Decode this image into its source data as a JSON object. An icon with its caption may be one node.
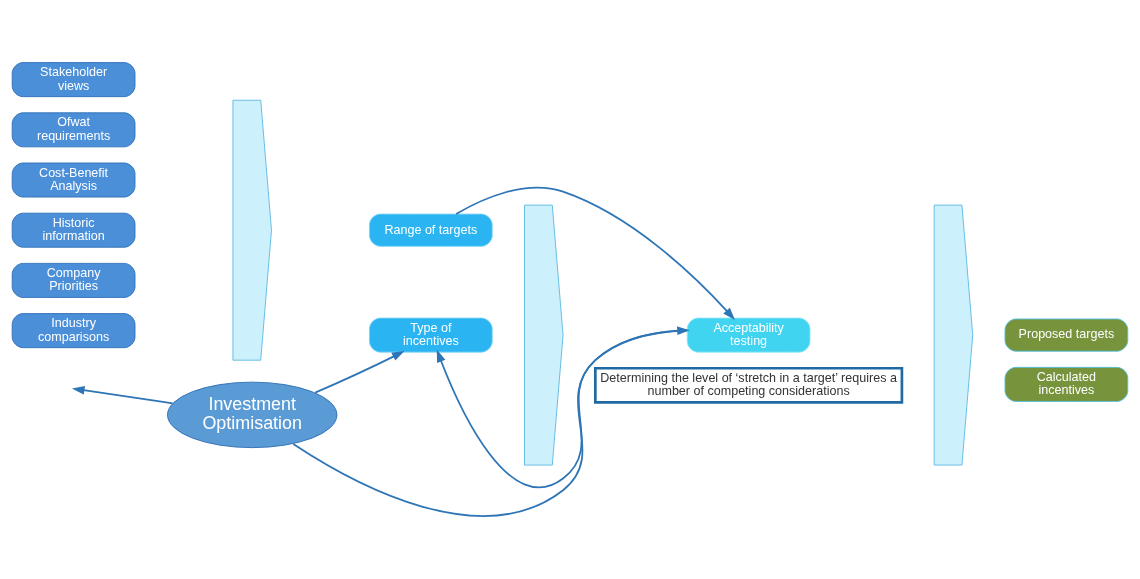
{
  "diagram": {
    "nodes": [
      {
        "text": [
          "Stakeholder views"
        ]
      },
      {
        "text": [
          "Ofwat requirements"
        ]
      },
      {
        "text": [
          "Cost-Benefit Analysis"
        ]
      },
      {
        "text": [
          "Historic information"
        ]
      },
      {
        "text": [
          "Company Priorities"
        ]
      },
      {
        "text": [
          "Industry comparisons"
        ]
      },
      {
        "text": [],
        "shape": "chevron"
      },
      {
        "text": [
          "Range of targets"
        ]
      },
      {
        "text": [
          "Type of incentives"
        ]
      },
      {
        "text": [],
        "shape": "chevron"
      },
      {
        "text": [
          "Acceptability testing"
        ]
      },
      {
        "text": [],
        "shape": "chevron"
      },
      {
        "text": [
          "Proposed targets"
        ]
      },
      {
        "text": [
          "Calculated incentives"
        ]
      },
      {
        "text": [
          "Investment Optimisation"
        ]
      },
      {
        "text": [
          "Determining the level of ‘stretch in a target’ requires a number of competing considerations"
        ]
      }
    ],
    "edges": [
      {
        "from": 7,
        "to": 10,
        "arrow": "to"
      },
      {
        "from": 10,
        "to": 8,
        "arrow": "to"
      },
      {
        "from": 14,
        "to": null,
        "arrow": "to"
      },
      {
        "from": 14,
        "to": 8,
        "arrow": "to"
      },
      {
        "from": 14,
        "to": 10,
        "arrow": "to"
      }
    ]
  }
}
